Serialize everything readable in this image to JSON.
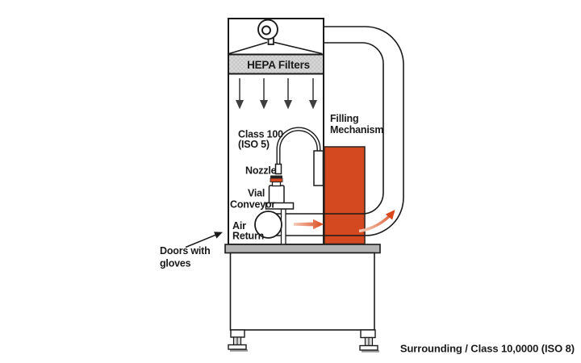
{
  "diagram": {
    "labels": {
      "hepa_filters": "HEPA Filters",
      "class_line1": "Class 100",
      "class_line2": "(ISO 5)",
      "filling_line1": "Filling",
      "filling_line2": "Mechanism",
      "nozzle": "Nozzle",
      "vial": "Vial",
      "conveyor": "Conveyor",
      "air_line1": "Air",
      "air_line2": "Return",
      "doors_line1": "Doors with",
      "doors_line2": "gloves",
      "surrounding": "Surrounding / Class 10,0000 (ISO 8)"
    },
    "colors": {
      "accent_orange": "#d4491f",
      "arrow_orange": "#d9481c",
      "arrow_orange_light": "#f6cdbb",
      "filter_gray": "#d9d9d9",
      "filter_hatch": "#c2c2c2",
      "table_gray": "#b3b3b3",
      "line_dark": "#1a1a1a",
      "airflow_gray": "#3f3f3f",
      "vial_cap_dark": "#222222"
    },
    "airflow_arrow_count": 4
  }
}
